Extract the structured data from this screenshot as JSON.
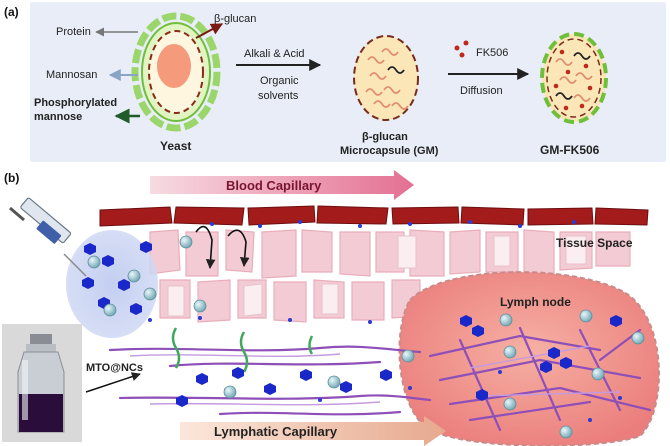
{
  "panel_a": {
    "label": "(a)",
    "yeast_labels": {
      "protein": "Protein",
      "beta_glucan": "β-glucan",
      "mannosan": "Mannosan",
      "phosphorylated_line1": "Phosphorylated",
      "phosphorylated_line2": "mannose",
      "yeast": "Yeast"
    },
    "step1": {
      "line1": "Alkali & Acid",
      "line2": "Organic",
      "line3": "solvents"
    },
    "microcapsule": {
      "line1": "β-glucan",
      "line2": "Microcapsule (GM)"
    },
    "step2": {
      "drug": "FK506",
      "process": "Diffusion"
    },
    "product": "GM-FK506"
  },
  "panel_b": {
    "label": "(b)",
    "blood_capillary": "Blood Capillary",
    "tissue_space": "Tissue Space",
    "lymph_node": "Lymph node",
    "mto_ncs": "MTO@NCs",
    "lymphatic_capillary": "Lymphatic Capillary"
  },
  "colors": {
    "panel_a_bg": "#e8edf7",
    "yeast_green": "#8fd35a",
    "yeast_core": "#f59a7a",
    "capsule_fill": "#fbe6b8",
    "capsule_border": "#7a2a1a",
    "blood_red": "#a31b1b",
    "tissue_pink": "#f3c9d2",
    "node_pink": "#f08c8c",
    "particle_blue": "#1a27c9",
    "sphere_teal": "#8fbfc9",
    "vessel_purple": "#8e4fb8"
  }
}
